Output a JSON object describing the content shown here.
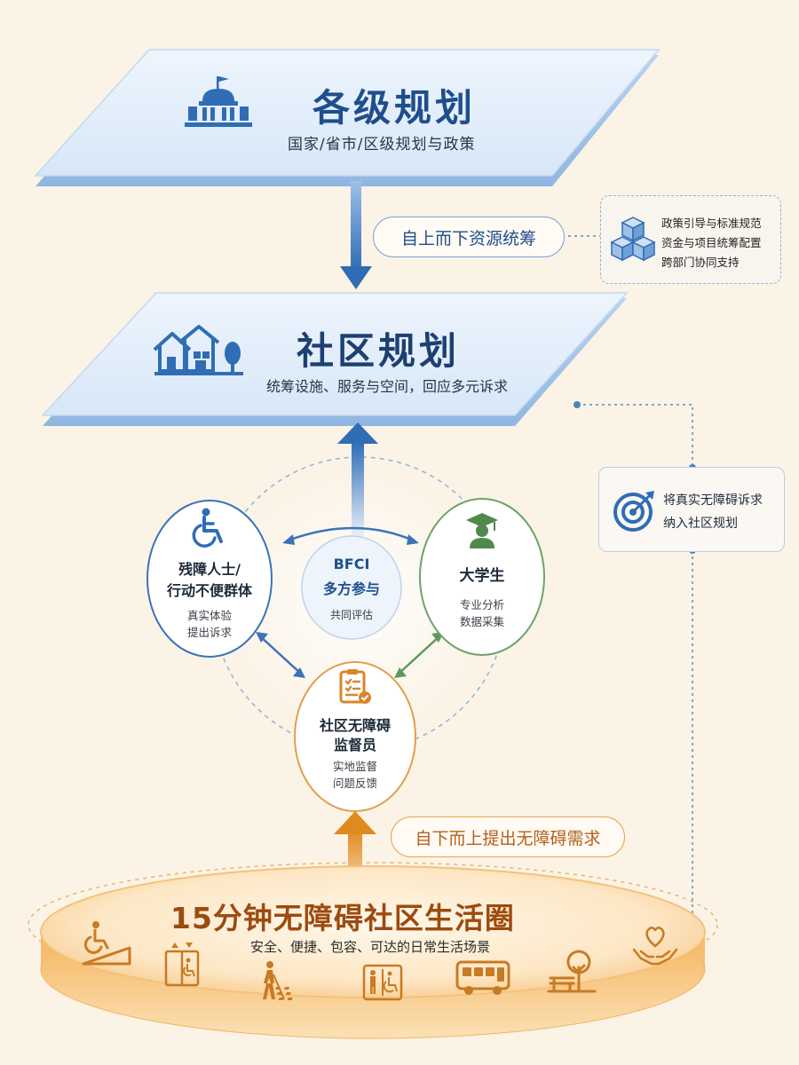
{
  "top_plane": {
    "title": "各级规划",
    "subtitle": "国家/省市/区级规划与政策",
    "icon": "government-building-icon"
  },
  "down_flow": {
    "label": "自上而下资源统筹",
    "notes": [
      "政策引导与标准规范",
      "资金与项目统筹配置",
      "跨部门协同支持"
    ],
    "icon": "cubes-icon"
  },
  "community_plane": {
    "title": "社区规划",
    "subtitle": "统筹设施、服务与空间，回应多元诉求",
    "icon": "houses-icon"
  },
  "feedback": {
    "lines": [
      "将真实无障碍诉求",
      "纳入社区规划"
    ],
    "icon": "target-icon"
  },
  "participants": {
    "center": {
      "title_lines": [
        "BFCI",
        "多方参与"
      ],
      "sub": "共同评估"
    },
    "disabled": {
      "title_lines": [
        "残障人士/",
        "行动不便群体"
      ],
      "sub_lines": [
        "真实体验",
        "提出诉求"
      ],
      "icon": "wheelchair-icon"
    },
    "students": {
      "title_lines": [
        "大学生"
      ],
      "sub_lines": [
        "专业分析",
        "数据采集"
      ],
      "icon": "graduate-icon"
    },
    "supervisor": {
      "title_lines": [
        "社区无障碍",
        "监督员"
      ],
      "sub_lines": [
        "实地监督",
        "问题反馈"
      ],
      "icon": "checklist-icon"
    }
  },
  "up_flow": {
    "label": "自下而上提出无障碍需求"
  },
  "base_platform": {
    "title": "15分钟无障碍社区生活圈",
    "subtitle": "安全、便捷、包容、可达的日常生活场景",
    "icons": [
      "ramp-wheelchair-icon",
      "accessible-elevator-icon",
      "blind-walker-icon",
      "accessible-restroom-icon",
      "bus-icon",
      "park-bench-icon",
      "care-hands-icon"
    ]
  },
  "colors": {
    "blue_dark": "#1f4e8c",
    "blue_mid": "#2f6db5",
    "green": "#4e8a4c",
    "orange": "#e0891f",
    "background": "#fbf3e6"
  }
}
